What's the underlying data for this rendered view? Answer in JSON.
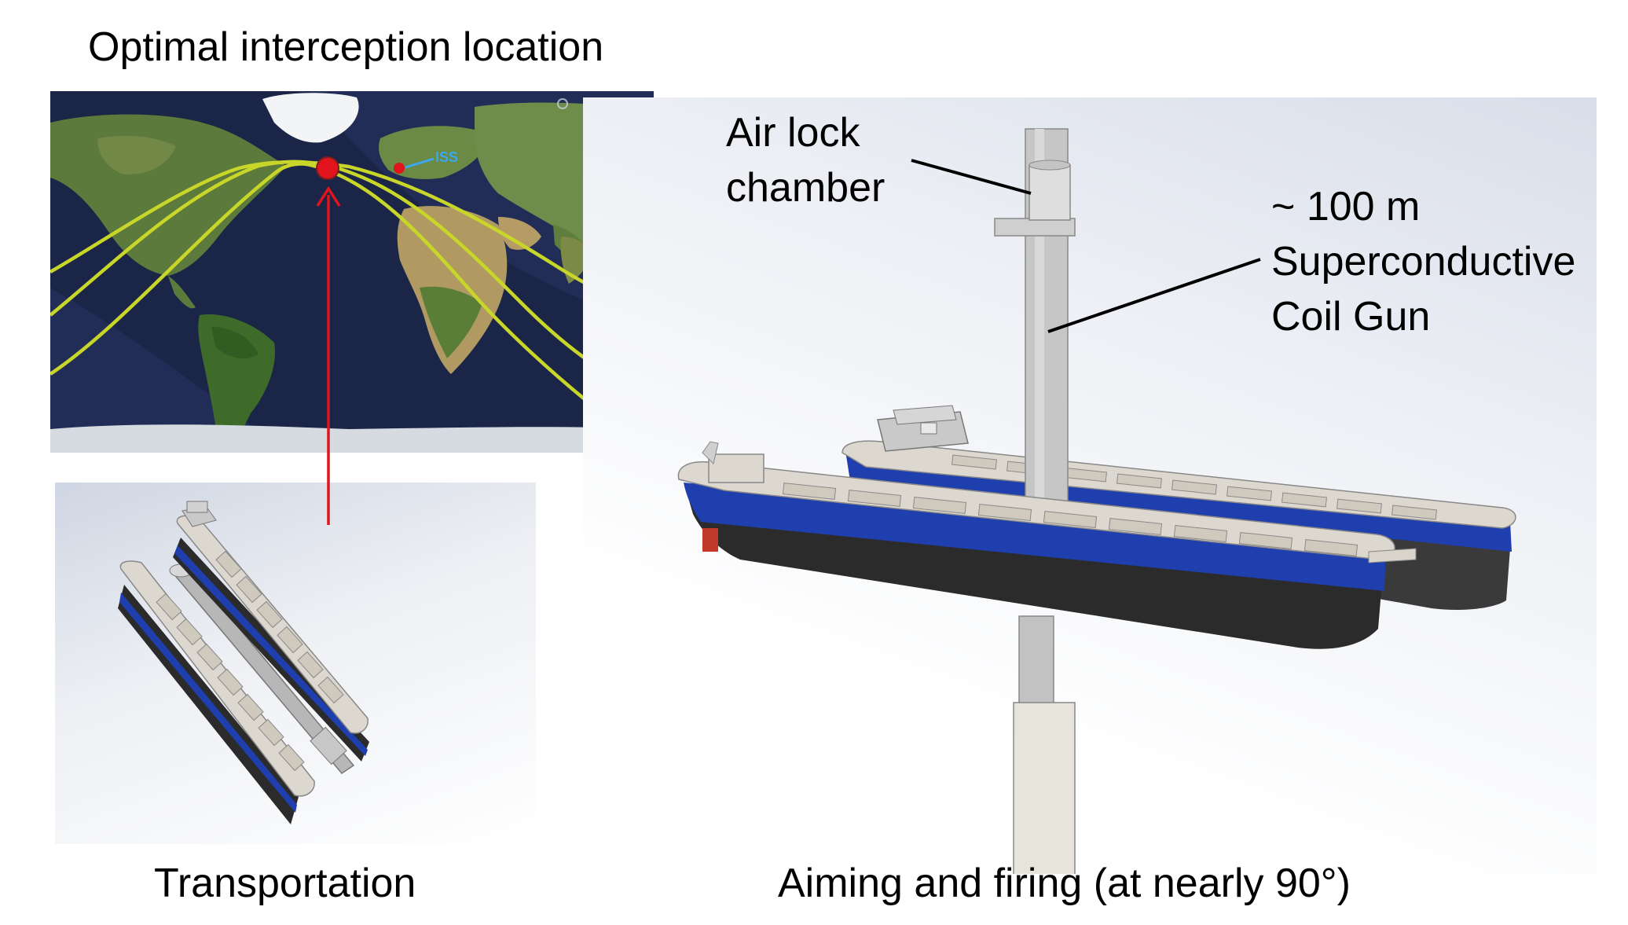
{
  "title": "Optimal interception location",
  "map": {
    "iss_label": "ISS"
  },
  "annotations": {
    "airlock_line1": "Air lock",
    "airlock_line2": "chamber",
    "coilgun_line1": "~ 100 m",
    "coilgun_line2": "Superconductive",
    "coilgun_line3": "Coil Gun"
  },
  "captions": {
    "transport": "Transportation",
    "aiming": "Aiming and firing (at nearly 90°)"
  },
  "colors": {
    "ground_track": "#c8d62a",
    "marker": "#e0141c",
    "iss_label": "#3aa8f0",
    "hull_blue": "#1f3fae",
    "hull_dark": "#2a2a2a",
    "deck": "#ddd8cf",
    "tube": "#bfbfbf"
  }
}
